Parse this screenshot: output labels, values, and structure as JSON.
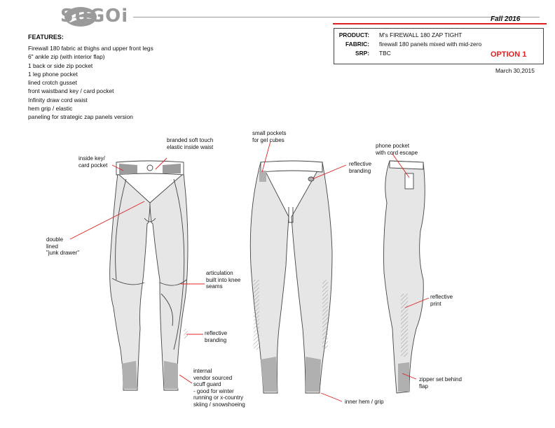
{
  "header": {
    "brand": "SUGOi",
    "season": "Fall 2016"
  },
  "features": {
    "title": "FEATURES:",
    "items": [
      "Firewall 180 fabric at thighs and upper front legs",
      "6\" ankle zip (with interior flap)",
      "1 back or side zip pocket",
      "1 leg phone pocket",
      "lined crotch gusset",
      "front waistband key / card pocket",
      "Infinity draw cord waist",
      "hem grip / elastic",
      "paneling for strategic zap panels version"
    ]
  },
  "spec": {
    "product_label": "PRODUCT:",
    "product": "M's FIREWALL 180 ZAP TIGHT",
    "fabric_label": "FABRIC:",
    "fabric": "firewall 180 panels mixed with mid-zero",
    "srp_label": "SRP:",
    "srp": "TBC",
    "option": "OPTION 1",
    "date": "March 30,2015"
  },
  "callouts": {
    "waist": "branded soft touch\nelastic inside waist",
    "key_pocket": "inside key/\ncard pocket",
    "junk_drawer": "double\nlined\n\"junk drawer\"",
    "articulation": "articulation\nbuilt into knee\nseams",
    "reflective_branding_front": "reflective\nbranding",
    "scuff_guard": "internal\nvendor sourced\nscuff guard\n- good for winter\nrunning or x-country\nskiing / snowshoeing",
    "gel_pockets": "small pockets\nfor gel cubes",
    "reflective_branding_back": "reflective\nbranding",
    "inner_hem": "inner hem / grip",
    "phone_pocket": "phone pocket\nwith cord escape",
    "reflective_print": "reflective\nprint",
    "zipper": "zipper set behind\nflap"
  },
  "colors": {
    "accent": "#e02020",
    "brand_gray": "#9a9a9a",
    "panel_light": "#e6e6e6",
    "panel_dark": "#b0b0b0"
  }
}
